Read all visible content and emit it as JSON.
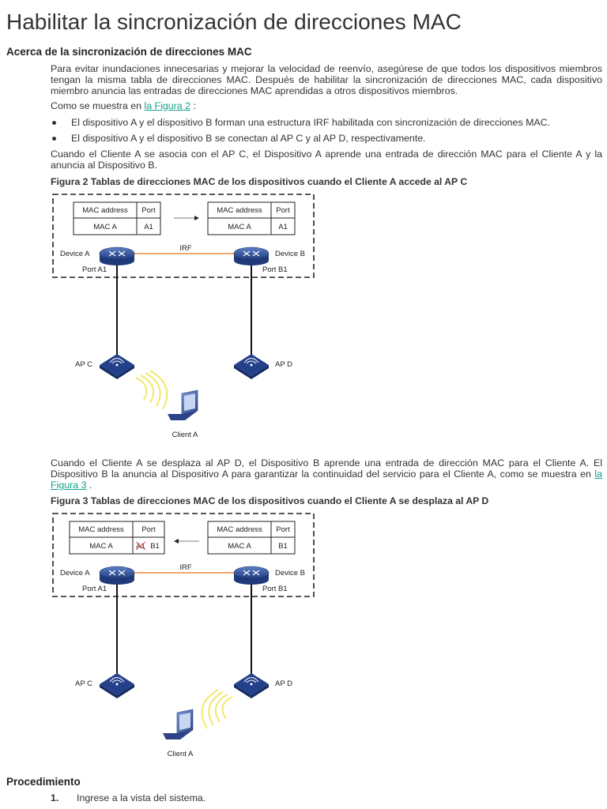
{
  "title": "Habilitar la sincronización de direcciones MAC",
  "about": {
    "heading": "Acerca de la sincronización de direcciones MAC",
    "intro": "Para evitar inundaciones innecesarias y mejorar la velocidad de reenvío, asegúrese de que todos los dispositivos miembros tengan la misma tabla de direcciones MAC. Después de habilitar la sincronización de direcciones MAC, cada dispositivo miembro anuncia las entradas de direcciones MAC aprendidas a otros dispositivos miembros.",
    "as_shown_prefix": "Como se muestra en ",
    "as_shown_link": "la Figura 2",
    "as_shown_suffix": " :",
    "bullets": [
      "El dispositivo A y el dispositivo B forman una estructura IRF habilitada con sincronización de direcciones MAC.",
      "El dispositivo A y el dispositivo B se conectan al AP C y al AP D, respectivamente."
    ],
    "client_associates": "Cuando el Cliente A se asocia con el AP C, el Dispositivo A aprende una entrada de dirección MAC para el Cliente A y la anuncia al Dispositivo B.",
    "move_text_prefix": "Cuando el Cliente A se desplaza al AP D, el Dispositivo B aprende una entrada de dirección MAC para el Cliente A. El Dispositivo B la anuncia al Dispositivo A para garantizar la continuidad del servicio para el Cliente A, como se muestra en ",
    "move_text_link": "la Figura 3",
    "move_text_suffix": " ."
  },
  "figure2": {
    "caption": "Figura 2 Tablas de direcciones MAC de los dispositivos cuando el Cliente A accede al AP C",
    "col_mac": "MAC address",
    "col_port": "Port",
    "left_mac": "MAC A",
    "left_port": "A1",
    "right_mac": "MAC A",
    "right_port": "A1",
    "device_a": "Device A",
    "device_b": "Device B",
    "port_a1": "Port A1",
    "port_b1": "Port B1",
    "irf": "IRF",
    "ap_c": "AP C",
    "ap_d": "AP D",
    "client": "Client A"
  },
  "figure3": {
    "caption": "Figura 3 Tablas de direcciones MAC de los dispositivos cuando el Cliente A se desplaza al AP D",
    "col_mac": "MAC address",
    "col_port": "Port",
    "left_mac": "MAC A",
    "left_port_old": "A1",
    "left_port_new": "B1",
    "right_mac": "MAC A",
    "right_port": "B1",
    "device_a": "Device A",
    "device_b": "Device B",
    "port_a1": "Port A1",
    "port_b1": "Port B1",
    "irf": "IRF",
    "ap_c": "AP C",
    "ap_d": "AP D",
    "client": "Client A"
  },
  "procedure": {
    "heading": "Procedimiento",
    "steps": [
      {
        "num": "1.",
        "text": "Ingrese a la vista del sistema."
      }
    ]
  },
  "colors": {
    "link": "#13a08a",
    "irf_line": "#f08a3c",
    "switch_blue": "#2f4f9a",
    "wifi_yellow": "#f2e86a"
  }
}
